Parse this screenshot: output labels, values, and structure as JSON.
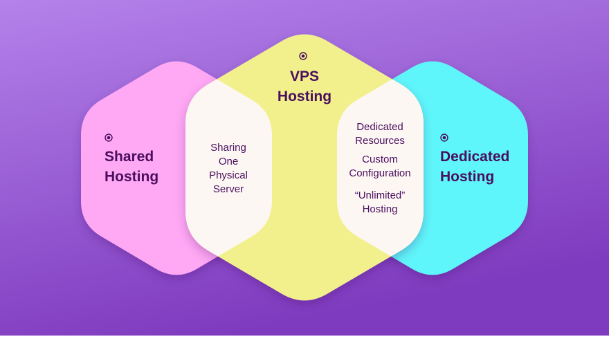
{
  "background": {
    "top": "#b482ea",
    "bottom": "#7f3bbf"
  },
  "colors": {
    "shared": "#ffa8f4",
    "vps": "#f2f08d",
    "dedicated": "#5ff6fb",
    "overlap": "#fdf7f4",
    "text": "#4a0f5e"
  },
  "shared": {
    "title_line1": "Shared",
    "title_line2": "Hosting",
    "icon": "radio-dot-icon"
  },
  "vps": {
    "title_line1": "VPS",
    "title_line2": "Hosting",
    "icon": "radio-dot-icon"
  },
  "dedicated": {
    "title_line1": "Dedicated",
    "title_line2": "Hosting",
    "icon": "radio-dot-icon"
  },
  "overlap_left": {
    "lines": [
      "Sharing",
      "One",
      "Physical",
      "Server"
    ]
  },
  "overlap_right": {
    "item1": [
      "Dedicated",
      "Resources"
    ],
    "item2": [
      "Custom",
      "Configuration"
    ],
    "item3": [
      "“Unlimited”",
      "Hosting"
    ]
  }
}
